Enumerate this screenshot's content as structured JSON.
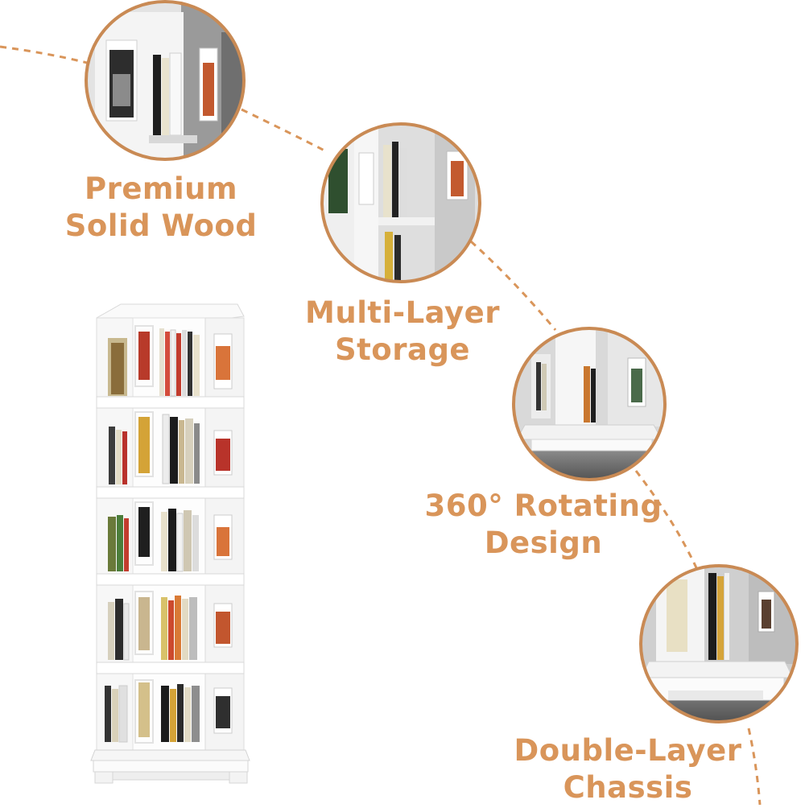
{
  "accent_color": "#D9955A",
  "features": [
    {
      "line1": "Premium",
      "line2": "Solid Wood",
      "icon": "wood-shelf-closeup"
    },
    {
      "line1": "Multi-Layer",
      "line2": "Storage",
      "icon": "layers-closeup"
    },
    {
      "line1": "360° Rotating",
      "line2": "Design",
      "icon": "rotating-base-closeup"
    },
    {
      "line1": "Double-Layer",
      "line2": "Chassis",
      "icon": "chassis-closeup"
    }
  ]
}
